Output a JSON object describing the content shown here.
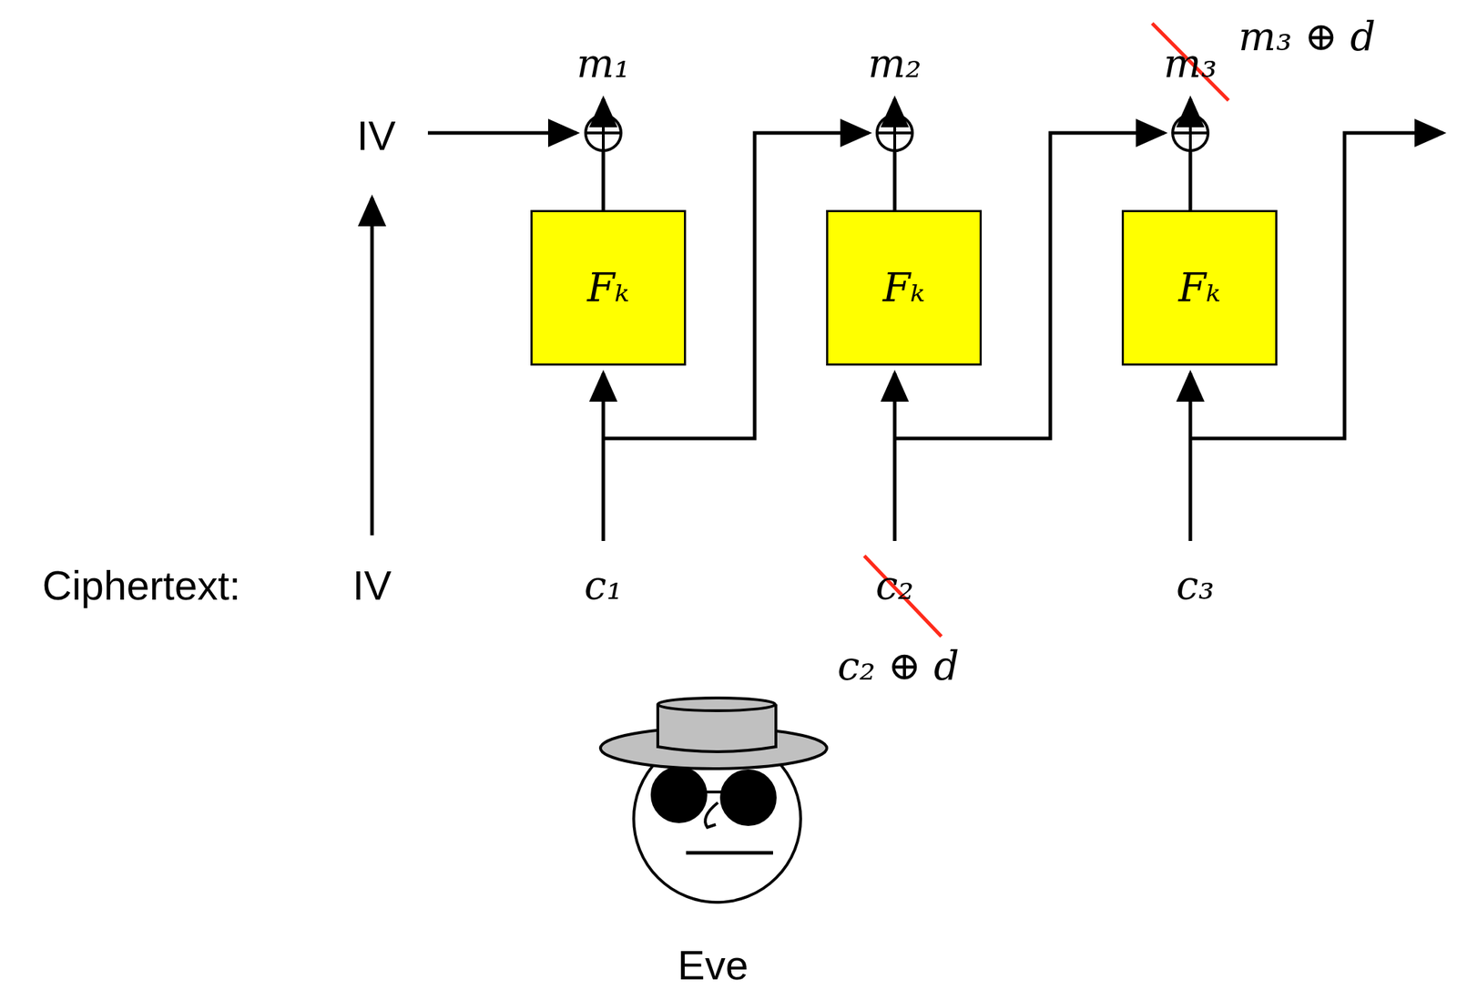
{
  "diagram": {
    "nodes": [
      {
        "text": [
          "Fₖ"
        ]
      },
      {
        "text": [
          "Fₖ"
        ]
      },
      {
        "text": [
          "Fₖ"
        ]
      }
    ],
    "labels": [
      "m₁",
      "m₂",
      "m₃",
      "m₃ ⊕ d",
      "IV",
      "IV",
      "Ciphertext:",
      "c₁",
      "c₂",
      "c₃",
      "c₂ ⊕ d",
      "Eve"
    ]
  }
}
